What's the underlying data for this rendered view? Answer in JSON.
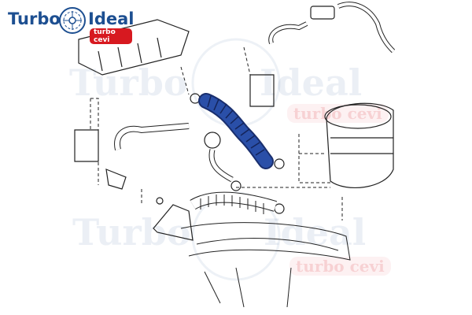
{
  "logo": {
    "word1": "Turbo",
    "word2": "Ideal",
    "badge": "turbo cevi"
  },
  "watermarks": [
    {
      "word1": "Turbo",
      "word2": "Ideal",
      "badge": "turbo cevi"
    },
    {
      "word1": "Turbo",
      "word2": "Ideal",
      "badge": "turbo cevi"
    }
  ],
  "colors": {
    "brand_blue": "#1d4f91",
    "brand_red": "#d71920",
    "highlight_hose": "#2a4fa8"
  }
}
